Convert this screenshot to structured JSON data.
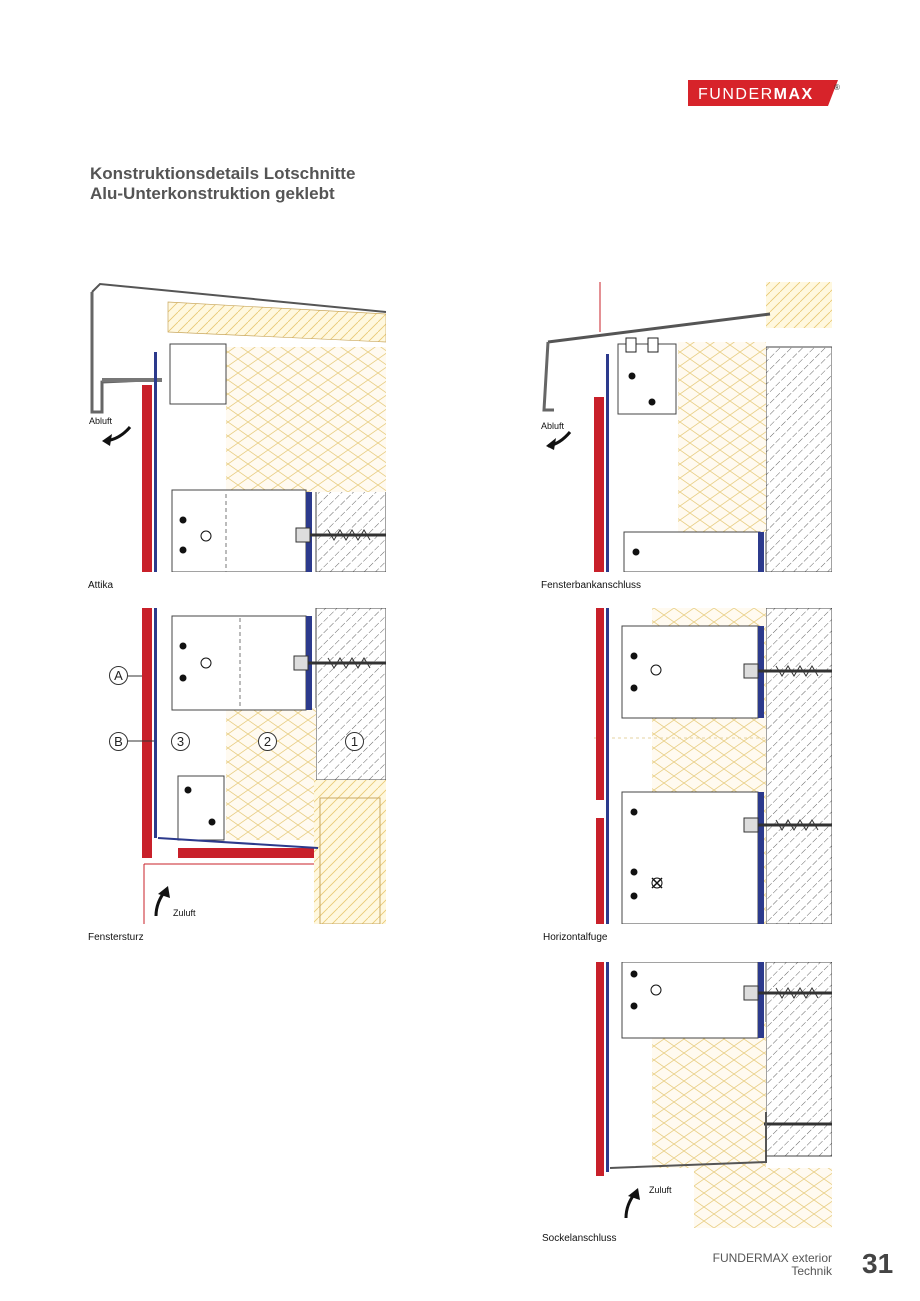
{
  "brand": {
    "logo_text_light": "FUNDER",
    "logo_text_bold": "MAX",
    "registered": "®",
    "color_red": "#d7232a"
  },
  "header": {
    "title_line1": "Konstruktionsdetails Lotschnitte",
    "title_line2": "Alu-Unterkonstruktion geklebt"
  },
  "figures": {
    "attika": {
      "caption": "Attika",
      "air_label": "Abluft"
    },
    "fensterbank": {
      "caption": "Fensterbankanschluss",
      "air_label": "Abluft"
    },
    "fenstersturz": {
      "caption": "Fenstersturz",
      "air_label": "Zuluft",
      "markers": [
        "A",
        "B",
        "3",
        "2",
        "1"
      ]
    },
    "horizontalfuge": {
      "caption": "Horizontalfuge"
    },
    "sockel": {
      "caption": "Sockelanschluss",
      "air_label": "Zuluft"
    }
  },
  "footer": {
    "line1": "FUNDERMAX exterior",
    "line2": "Technik",
    "page_number": "31"
  },
  "colors": {
    "panel_red": "#c8202a",
    "rail_blue": "#2c3a8c",
    "insulation": "#f2dfa0",
    "hatch": "#777777"
  }
}
